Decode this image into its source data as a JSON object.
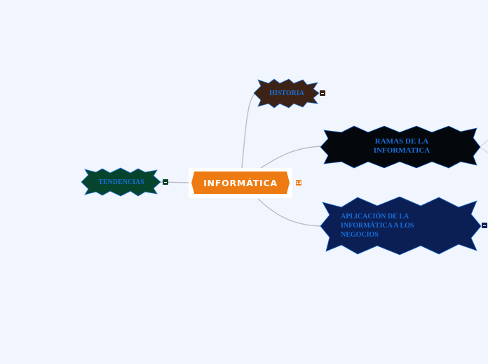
{
  "map": {
    "center": {
      "label": "INFORMÁTICA",
      "badge": "12"
    },
    "nodes": [
      {
        "id": "historia",
        "label": "HISTORIA",
        "fill": "#3d2315"
      },
      {
        "id": "ramas",
        "label": "RAMAS DE LA INFORMATICA",
        "fill": "#04070c"
      },
      {
        "id": "aplicacion",
        "label": "APLICACIÓN DE LA INFORMÁTICA A LOS NEGOCIOS",
        "fill": "#0b1f55"
      },
      {
        "id": "tendencias",
        "label": "TENDENCIAS",
        "fill": "#06442e"
      }
    ]
  },
  "colors": {
    "background": "#f1f5fd",
    "center_fill": "#ee7a12",
    "node_text": "#1a6fd8",
    "node_stroke": "#1a6fd8",
    "connector": "#b9bec6"
  }
}
